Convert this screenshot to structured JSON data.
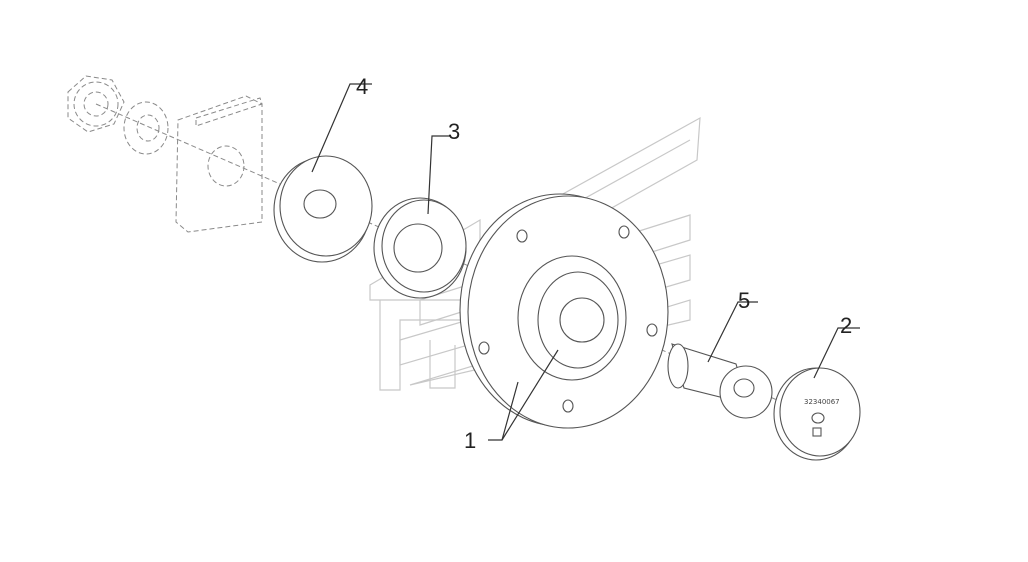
{
  "callouts": [
    {
      "id": "part-1",
      "label": "1"
    },
    {
      "id": "part-2",
      "label": "2"
    },
    {
      "id": "part-3",
      "label": "3"
    },
    {
      "id": "part-4",
      "label": "4"
    },
    {
      "id": "part-5",
      "label": "5"
    }
  ],
  "cap_marking": "32340067",
  "colors": {
    "line": "#333333",
    "phantom": "#8a8a8a",
    "watermark": "#c8c8c8"
  }
}
